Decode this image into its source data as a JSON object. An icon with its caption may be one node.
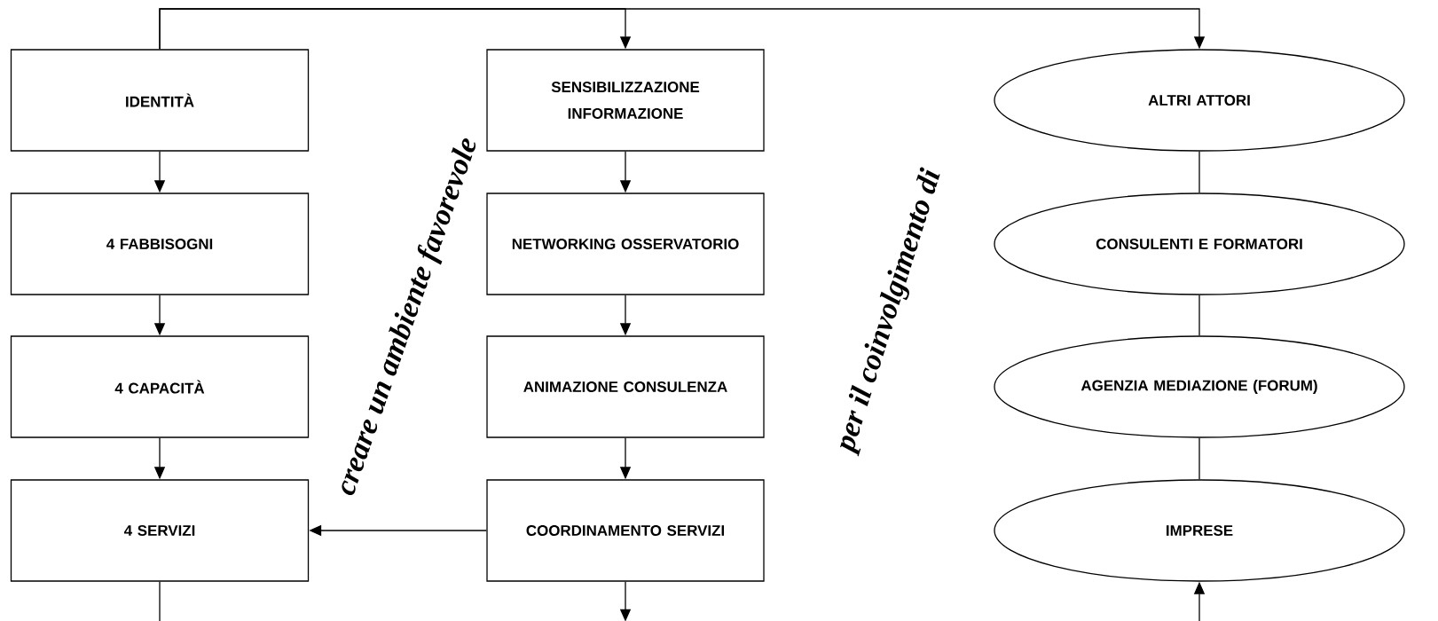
{
  "diagram": {
    "nodes": [
      {
        "text": [
          "IDENTITÀ"
        ]
      },
      {
        "text": [
          "4 FABBISOGNI"
        ]
      },
      {
        "text": [
          "4 CAPACITÀ"
        ]
      },
      {
        "text": [
          "4 SERVIZI"
        ]
      },
      {
        "text": [
          "SENSIBILIZZAZIONE INFORMAZIONE"
        ]
      },
      {
        "text": [
          "NETWORKING OSSERVATORIO"
        ]
      },
      {
        "text": [
          "ANIMAZIONE CONSULENZA"
        ]
      },
      {
        "text": [
          "COORDINAMENTO SERVIZI"
        ]
      },
      {
        "text": [
          "ALTRI ATTORI"
        ]
      },
      {
        "text": [
          "CONSULENTI E FORMATORI"
        ]
      },
      {
        "text": [
          "AGENZIA MEDIAZIONE (FORUM)"
        ]
      },
      {
        "text": [
          "IMPRESE"
        ]
      }
    ],
    "edges": [
      {
        "from": 0,
        "to": 4,
        "arrow": "to"
      },
      {
        "from": 0,
        "to": 8,
        "arrow": "to"
      },
      {
        "from": 0,
        "to": 1,
        "arrow": "to"
      },
      {
        "from": 1,
        "to": 2,
        "arrow": "to"
      },
      {
        "from": 2,
        "to": 3,
        "arrow": "to"
      },
      {
        "from": 4,
        "to": 5,
        "arrow": "to"
      },
      {
        "from": 5,
        "to": 6,
        "arrow": "to"
      },
      {
        "from": 6,
        "to": 7,
        "arrow": "to"
      },
      {
        "from": 7,
        "to": 3,
        "arrow": "to"
      },
      {
        "from": 3,
        "to": null,
        "arrow": "none"
      },
      {
        "from": 7,
        "to": null,
        "arrow": "to"
      },
      {
        "from": null,
        "to": 11,
        "arrow": "to"
      },
      {
        "from": 8,
        "to": 9,
        "arrow": "none"
      },
      {
        "from": 9,
        "to": 10,
        "arrow": "none"
      },
      {
        "from": 10,
        "to": 11,
        "arrow": "none"
      }
    ],
    "labels": [
      "creare un ambiente favorevole",
      "per il coinvolgimento di"
    ]
  }
}
